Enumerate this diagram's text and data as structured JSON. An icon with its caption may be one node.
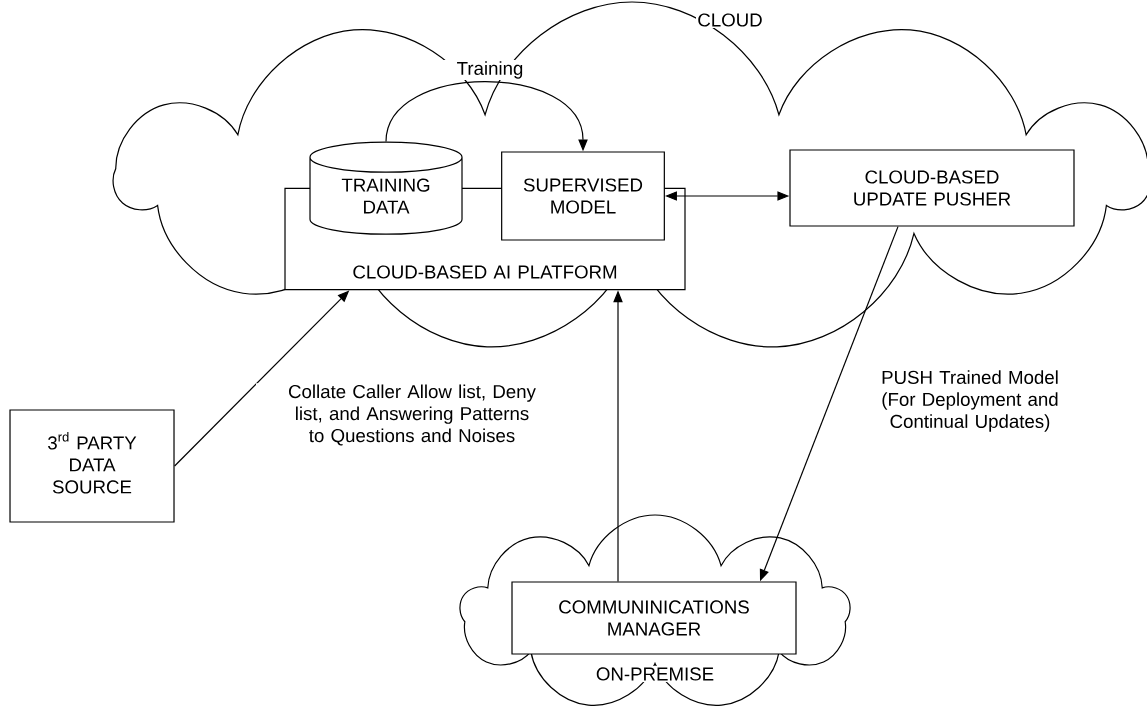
{
  "diagram": {
    "nodes": [
      {
        "text": [
          "CLOUD"
        ]
      },
      {
        "text": [
          "CLOUD-BASED AI PLATFORM"
        ],
        "in": 0
      },
      {
        "text": [
          "TRAINING DATA"
        ],
        "in": 0
      },
      {
        "text": [
          "SUPERVISED MODEL"
        ],
        "in": 0
      },
      {
        "text": [
          "CLOUD-BASED UPDATE PUSHER"
        ],
        "in": 0
      },
      {
        "text": [
          "\\begin{array}{c}\\text{3}^{\\text{rd}}\\text{ PARTY}\\\\ \\text{DATA}\\\\ \\text{SOURCE}\\end{array}"
        ]
      },
      {
        "text": [
          "ON-PREMISE"
        ]
      },
      {
        "text": [
          "COMMUNINICATIONS MANAGER"
        ],
        "in": 6
      }
    ],
    "edges": [
      {
        "from": 2,
        "to": 3,
        "arrow": "to",
        "label": "Training"
      },
      {
        "from": 3,
        "to": 4,
        "arrow": "both"
      },
      {
        "from": 5,
        "to": 1,
        "arrow": "to",
        "label": "Collate Caller Allow list, Deny list, and Answering Patterns to Questions and Noises"
      },
      {
        "from": 7,
        "to": 1,
        "arrow": "to"
      },
      {
        "from": 4,
        "to": 7,
        "arrow": "to",
        "label": "PUSH Trained Model (For Deployment and Continual Updates)"
      }
    ]
  }
}
